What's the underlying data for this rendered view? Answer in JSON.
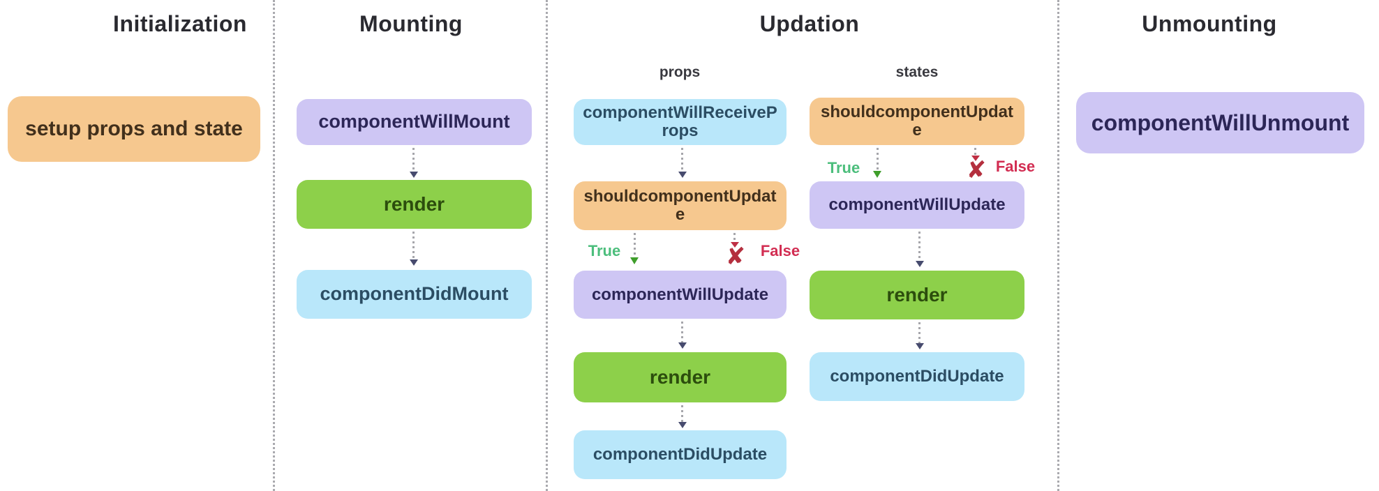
{
  "canvas": {
    "background": "#ffffff"
  },
  "colors": {
    "box_orange": "#f6c88f",
    "box_purple": "#cec6f4",
    "box_green": "#8dd04a",
    "box_blue": "#b9e7fa",
    "title_text": "#2a2a30",
    "true_green": "#4cbe7c",
    "false_red": "#d22d52",
    "x_mark_red": "#b42f3e",
    "arrow_gray": "#a6a6ab",
    "arrowhead_navy": "#474b6e",
    "arrowhead_green": "#3f9e2b",
    "divider_gray": "#aaaaaf"
  },
  "columns": [
    {
      "title": "Initialization",
      "boxes": [
        {
          "label": "setup props and state",
          "type": "orange"
        }
      ]
    },
    {
      "title": "Mounting",
      "boxes": [
        {
          "label": "componentWillMount",
          "type": "purple"
        },
        {
          "label": "render",
          "type": "green"
        },
        {
          "label": "componentDidMount",
          "type": "blue"
        }
      ]
    },
    {
      "title": "Updation",
      "subcolumns": [
        {
          "label": "props",
          "boxes": [
            {
              "label": "componentWillReceiveProps",
              "type": "blue"
            },
            {
              "label": "shouldcomponentUpdate",
              "type": "orange"
            },
            {
              "label": "componentWillUpdate",
              "type": "purple"
            },
            {
              "label": "render",
              "type": "green"
            },
            {
              "label": "componentDidUpdate",
              "type": "blue"
            }
          ]
        },
        {
          "label": "states",
          "boxes": [
            {
              "label": "shouldcomponentUpdate",
              "type": "orange"
            },
            {
              "label": "componentWillUpdate",
              "type": "purple"
            },
            {
              "label": "render",
              "type": "green"
            },
            {
              "label": "componentDidUpdate",
              "type": "blue"
            }
          ]
        }
      ]
    },
    {
      "title": "Unmounting",
      "boxes": [
        {
          "label": "componentWillUnmount",
          "type": "purple"
        }
      ]
    }
  ],
  "branch": {
    "true_label": "True",
    "false_label": "False",
    "x_glyph": "✘"
  }
}
